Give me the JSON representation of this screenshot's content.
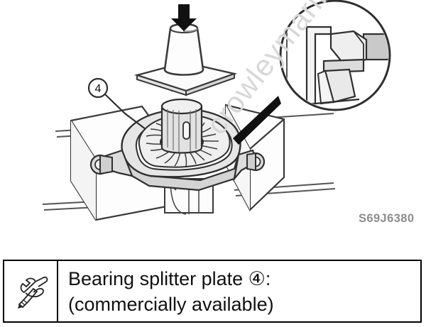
{
  "page": {
    "background_color": "#ffffff",
    "type": "service-manual-illustration"
  },
  "illustration": {
    "part_code": "S69J6380",
    "part_code_color": "#8d8d8d",
    "callout_number": "4",
    "watermark_text": "crowleymarine",
    "watermark_color": "#d8d8d8",
    "description": "Bevel gear assembly supported on two blocks with bearing splitter plate, pressed from above by a press ram; circular magnified detail inset at upper right",
    "elements": {
      "press_arrow": "down-arrow",
      "press_ram": "press-ram",
      "press_plate": "flat-press-plate",
      "shaft": "drive-shaft",
      "gear": "bevel-gear",
      "splitter_plate": "bearing-splitter-plate",
      "bolt_left": "clamp-bolt",
      "bolt_right": "clamp-bolt",
      "block_left": "support-block",
      "block_right": "support-block",
      "base_rails": "bench-rails",
      "detail_inset": "magnified-detail-circle",
      "pointer_wedge": "detail-pointer"
    },
    "colors": {
      "outline": "#2b2b2b",
      "fill_light": "#f2f2f2",
      "fill_mid": "#d9d9d9",
      "fill_dark": "#b9b9b9",
      "arrow": "#111111"
    }
  },
  "caption": {
    "icon": "tool-icon",
    "line1": "Bearing splitter plate ④:",
    "line2": "(commercially available)",
    "border_color": "#000000"
  }
}
